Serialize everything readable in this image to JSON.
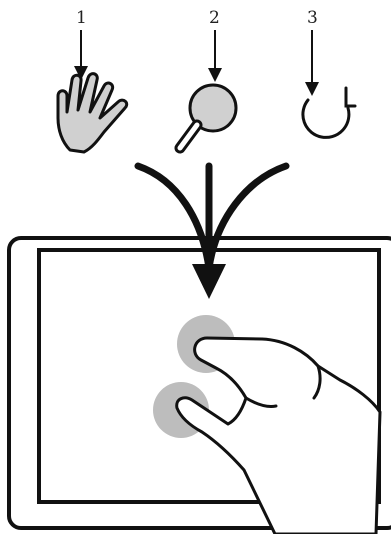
{
  "labels": {
    "one": "1",
    "two": "2",
    "three": "3"
  },
  "icons": [
    "hand-icon",
    "magnifier-icon",
    "rotate-icon",
    "tablet-device",
    "touch-hand"
  ],
  "colors": {
    "stroke": "#111111",
    "fill": "#d0d0d0",
    "touch": "#bdbdbd",
    "background": "#ffffff"
  }
}
